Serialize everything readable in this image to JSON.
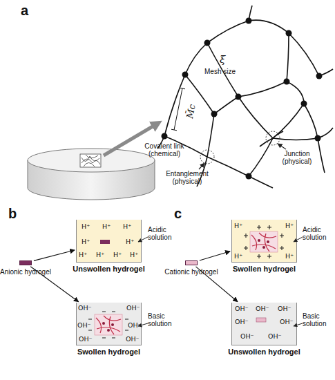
{
  "diagram": {
    "nodes": [
      {
        "text": [
          "Anionic hydrogel"
        ]
      },
      {
        "text": [
          "Unswollen hydrogel"
        ]
      },
      {
        "text": [
          "Swollen hydrogel"
        ]
      },
      {
        "text": [
          "Cationic hydrogel"
        ]
      },
      {
        "text": [
          "Swollen hydrogel"
        ]
      },
      {
        "text": [
          "Unswollen hydrogel"
        ]
      }
    ],
    "edges": [
      {
        "from": 0,
        "to": 1,
        "arrow": "to"
      },
      {
        "from": 0,
        "to": 2,
        "arrow": "to"
      },
      {
        "from": 3,
        "to": 4,
        "arrow": "to"
      },
      {
        "from": 3,
        "to": 5,
        "arrow": "to"
      }
    ],
    "labels": [
      "a",
      "ξ",
      "Mesh size",
      "M̄c",
      "Covalent link (chemical)",
      "Junction (physical)",
      "Entanglement (physical)",
      "b",
      "Acidic solution",
      "Basic solution",
      "c",
      "Acidic solution",
      "Basic solution",
      "H⁺",
      "H⁺",
      "H⁺",
      "H⁺",
      "H⁺",
      "H⁺",
      "H⁺",
      "H⁺",
      "H⁺",
      "OH⁻",
      "OH⁻",
      "OH⁻",
      "OH⁻",
      "OH⁻",
      "OH⁻",
      "H⁺",
      "H⁺",
      "H⁺",
      "H⁺",
      "OH⁻",
      "OH⁻",
      "OH⁻",
      "OH⁻",
      "OH⁻",
      "OH⁻",
      "OH⁻"
    ]
  }
}
